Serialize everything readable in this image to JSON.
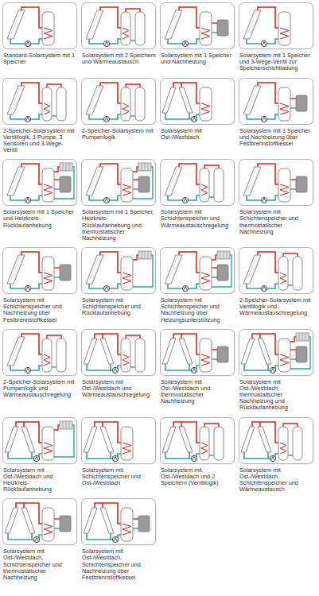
{
  "diagram": {
    "nodes": [
      {
        "text": [
          "Standard-Solarsystem mit 1 Speicher"
        ]
      },
      {
        "text": [
          "Solarsystem mit 2 Speichern und Wärmeaustausch"
        ]
      },
      {
        "text": [
          "Solarsystem mit 1 Speicher und Nachheizung"
        ]
      },
      {
        "text": [
          "Solarsystem mit 1 Speicher und 3-Wege-Ventil zur Speicherschichtladung"
        ]
      },
      {
        "text": [
          "2-Speicher-Solarsystem mit Ventillogik, 1 Pumpe, 3 Sensoren und 3-Wege-Ventil"
        ]
      },
      {
        "text": [
          "2-Speicher-Solarsystem mit Pumpenlogik"
        ]
      },
      {
        "text": [
          "Solarsystem mit Ost-/Westdach"
        ]
      },
      {
        "text": [
          "Solarsystem mit 1 Speicher und Nachheizung über Festbrennstoffkessel"
        ]
      },
      {
        "text": [
          "Solarsystem mit 1 Speicher und Heizkreis-Rücklaufanhebung"
        ]
      },
      {
        "text": [
          "Solarsystem mit 1 Speicher, Heizkreis-Rücklaufanhebung und thermostatischer Nachheizung"
        ]
      },
      {
        "text": [
          "Solarsystem mit Schichtenspeicher und Wärmeaustauschregelung"
        ]
      },
      {
        "text": [
          "Solarsystem mit Schichtenspeicher und thermostatischer Nachheizung"
        ]
      },
      {
        "text": [
          "Solarsystem mit Schichtenspeicher und Nachheizung über Festbrennstoffkessel"
        ]
      },
      {
        "text": [
          "Solarsystem mit Schichtenspeicher und Rücklaufanhebung"
        ]
      },
      {
        "text": [
          "Solarsystem mit Schichtenspeicher und Nachheizung über Heizungsunterstützung"
        ]
      },
      {
        "text": [
          "2-Speicher-Solarsystem mit Ventillogik und Wärmeaustauschregelung"
        ]
      },
      {
        "text": [
          "2-Speicher-Solarsystem mit Pumpenlogik und Wärmeaustauschregelung"
        ]
      },
      {
        "text": [
          "Solarsystem mit Ost-/Westdach und Wärmeaustauschregelung"
        ]
      },
      {
        "text": [
          "Solarsystem mit Ost-/Westdach und thermostatischer Nachheizung"
        ]
      },
      {
        "text": [
          "Solarsystem mit Ost-/Westdach, thermostatischer Nachheizung und Rücklaufanhebung"
        ]
      },
      {
        "text": [
          "Solarsystem mit Ost-/Westdach und Heizkreis-Rücklaufanhebung"
        ]
      },
      {
        "text": [
          "Solarsystem mit Schichtenspeicher und Ost-/Westdach"
        ]
      },
      {
        "text": [
          "Solarsystem mit Ost-/Westdach und 2 Speichern (Ventillogik)"
        ]
      },
      {
        "text": [
          "Solarsystem mit Ost-/Westdach, Schichtenspeicher und Wärmeaustausch"
        ]
      },
      {
        "text": [
          "Solarsystem mit Ost-/Westdach, Schichtenspeicher und thermostatischer Nachheizung"
        ]
      },
      {
        "text": [
          "Solarsystem mit Ost-/Westdach, Schichtenspeicher und Nachheizung über Festbrennstoffkessel"
        ]
      }
    ]
  }
}
